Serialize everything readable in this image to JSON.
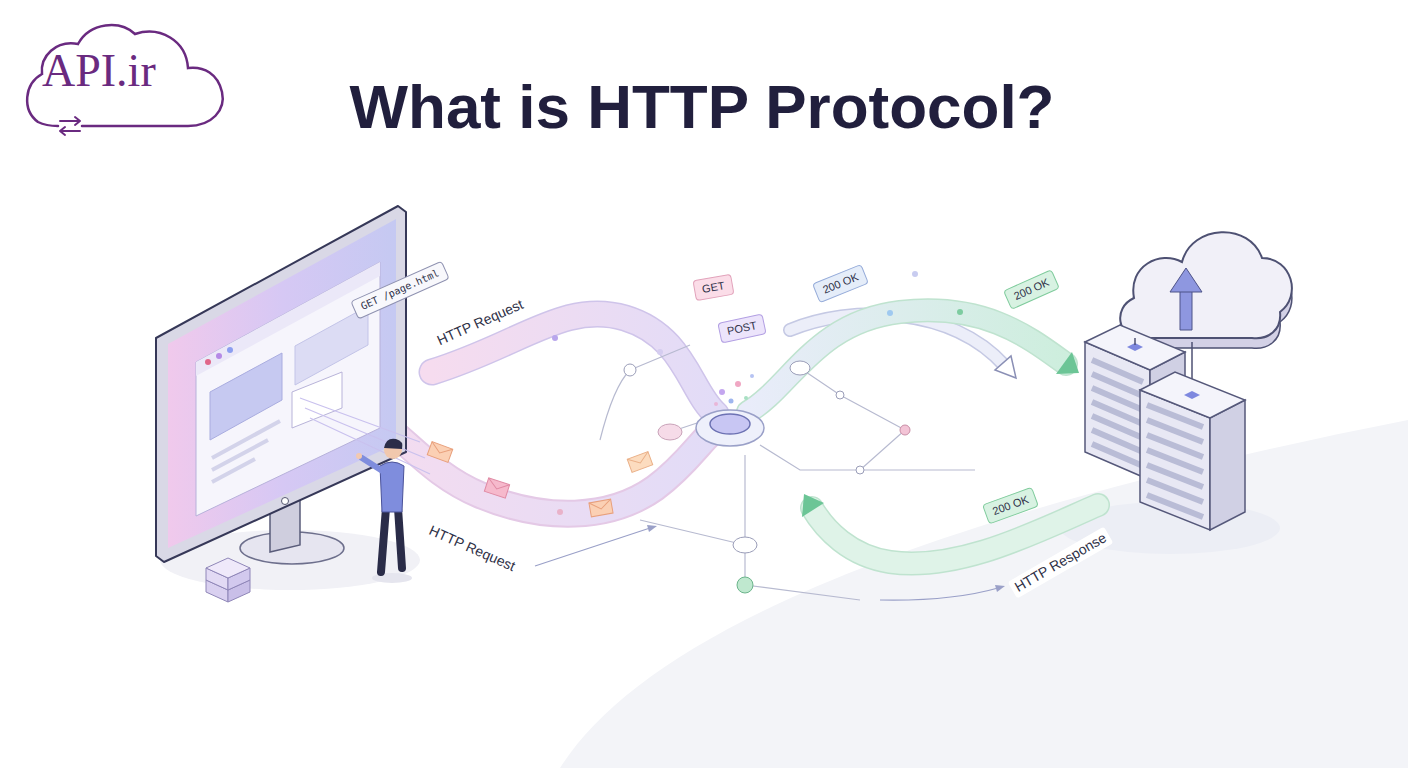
{
  "diagram": {
    "title": "What is HTTP Protocol?",
    "nodes": [
      {
        "text": [
          "API.ir"
        ]
      },
      {
        "text": [
          "GET /page.html"
        ]
      },
      {
        "text": [
          "GET"
        ]
      },
      {
        "text": [
          "POST"
        ]
      },
      {
        "text": [
          "200 OK"
        ]
      },
      {
        "text": [
          "200 OK"
        ]
      },
      {
        "text": [
          "200 OK"
        ]
      }
    ],
    "labels": [
      "HTTP Request",
      "HTTP Request",
      "HTTP Response"
    ]
  }
}
